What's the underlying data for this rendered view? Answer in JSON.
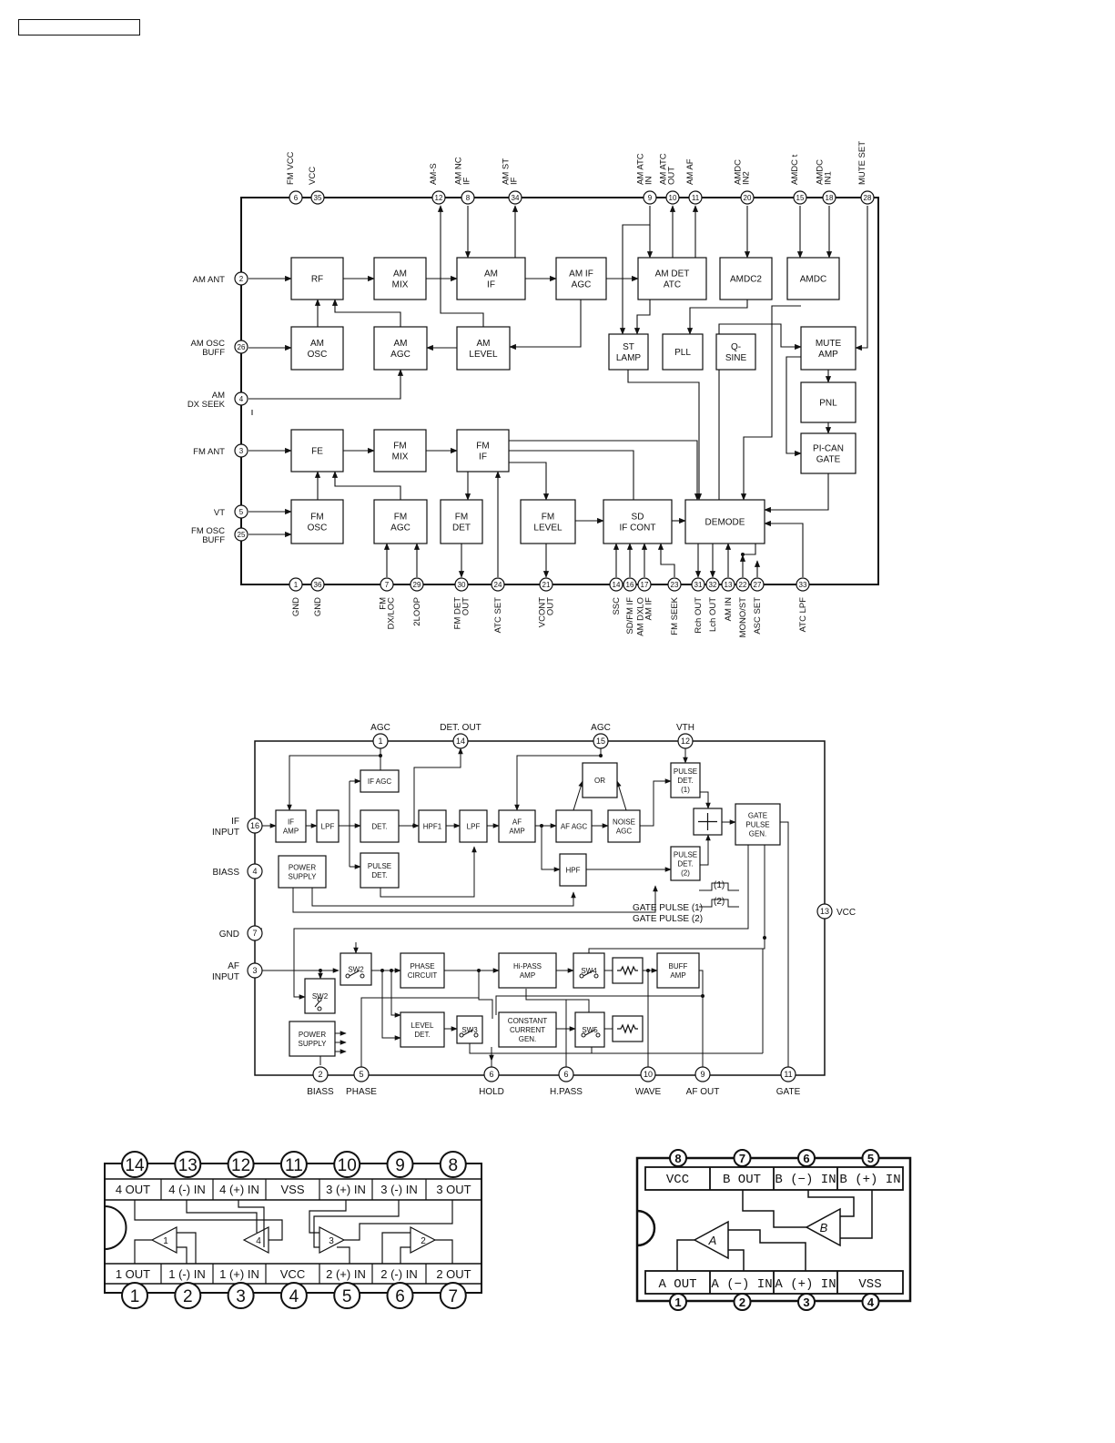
{
  "ic1": {
    "blocks": {
      "rf": [
        "RF"
      ],
      "am_mix": [
        "AM",
        "MIX"
      ],
      "am_if": [
        "AM",
        "IF"
      ],
      "am_if_agc": [
        "AM IF",
        "AGC"
      ],
      "am_det_atc": [
        "AM DET",
        "ATC"
      ],
      "amdc2": [
        "AMDC2"
      ],
      "amdc": [
        "AMDC"
      ],
      "am_osc": [
        "AM",
        "OSC"
      ],
      "am_agc": [
        "AM",
        "AGC"
      ],
      "am_level": [
        "AM",
        "LEVEL"
      ],
      "st_lamp": [
        "ST",
        "LAMP"
      ],
      "pll": [
        "PLL"
      ],
      "q_sine": [
        "Q-",
        "SINE"
      ],
      "mute_amp": [
        "MUTE",
        "AMP"
      ],
      "pnl": [
        "PNL"
      ],
      "pi_can_gate": [
        "PI-CAN",
        "GATE"
      ],
      "fe": [
        "FE"
      ],
      "fm_mix": [
        "FM",
        "MIX"
      ],
      "fm_if": [
        "FM",
        "IF"
      ],
      "fm_osc": [
        "FM",
        "OSC"
      ],
      "fm_agc": [
        "FM",
        "AGC"
      ],
      "fm_det": [
        "FM",
        "DET"
      ],
      "fm_level": [
        "FM",
        "LEVEL"
      ],
      "sd_if_cont": [
        "SD",
        "IF CONT"
      ],
      "demode": [
        "DEMODE"
      ]
    },
    "left_pins": [
      {
        "num": "2",
        "label": [
          "AM ANT"
        ]
      },
      {
        "num": "26",
        "label": [
          "AM OSC",
          "BUFF"
        ]
      },
      {
        "num": "4",
        "label": [
          "AM",
          "DX SEEK"
        ]
      },
      {
        "num": "3",
        "label": [
          "FM ANT"
        ]
      },
      {
        "num": "5",
        "label": [
          "VT"
        ]
      },
      {
        "num": "25",
        "label": [
          "FM OSC",
          "BUFF"
        ]
      }
    ],
    "top_pins": [
      {
        "num": "6",
        "label": [
          "FM VCC"
        ]
      },
      {
        "num": "35",
        "label": [
          "VCC"
        ]
      },
      {
        "num": "12",
        "label": [
          "AM-S"
        ]
      },
      {
        "num": "8",
        "label": [
          "AM NC",
          "IF"
        ]
      },
      {
        "num": "34",
        "label": [
          "AM ST",
          "IF"
        ]
      },
      {
        "num": "9",
        "label": [
          "AM ATC",
          "IN"
        ]
      },
      {
        "num": "10",
        "label": [
          "AM ATC",
          "OUT"
        ]
      },
      {
        "num": "11",
        "label": [
          "AM AF"
        ]
      },
      {
        "num": "20",
        "label": [
          "AMDC",
          "IN2"
        ]
      },
      {
        "num": "15",
        "label": [
          "AMDC t"
        ]
      },
      {
        "num": "18",
        "label": [
          "AMDC",
          "IN1"
        ]
      },
      {
        "num": "28",
        "label": [
          "MUTE SET"
        ]
      }
    ],
    "bottom_pins": [
      {
        "num": "1",
        "label": [
          "GND"
        ]
      },
      {
        "num": "36",
        "label": [
          "GND"
        ]
      },
      {
        "num": "7",
        "label": [
          "FM",
          "DX/LOC"
        ]
      },
      {
        "num": "29",
        "label": [
          "2LOOP"
        ]
      },
      {
        "num": "30",
        "label": [
          "FM DET",
          "OUT"
        ]
      },
      {
        "num": "24",
        "label": [
          "ATC SET"
        ]
      },
      {
        "num": "21",
        "label": [
          "VCONT",
          "OUT"
        ]
      },
      {
        "num": "14",
        "label": [
          "SSC"
        ]
      },
      {
        "num": "16",
        "label": [
          "SD/FM IF"
        ]
      },
      {
        "num": "17",
        "label": [
          "AM DXLO",
          "AM IF"
        ]
      },
      {
        "num": "23",
        "label": [
          "FM SEEK"
        ]
      },
      {
        "num": "31",
        "label": [
          "Rch OUT"
        ]
      },
      {
        "num": "32",
        "label": [
          "Lch OUT"
        ]
      },
      {
        "num": "13",
        "label": [
          "AM IN"
        ]
      },
      {
        "num": "22",
        "label": [
          "MONO/ST"
        ]
      },
      {
        "num": "27",
        "label": [
          "ASC SET"
        ]
      },
      {
        "num": "33",
        "label": [
          "ATC LPF"
        ]
      }
    ]
  },
  "ic2": {
    "blocks": {
      "if_amp": [
        "IF",
        "AMP"
      ],
      "lpf1": [
        "LPF"
      ],
      "if_agc": [
        "IF AGC"
      ],
      "det": [
        "DET."
      ],
      "pulse_det": [
        "PULSE",
        "DET."
      ],
      "hpf1": [
        "HPF1"
      ],
      "lpf2": [
        "LPF"
      ],
      "af_amp": [
        "AF",
        "AMP"
      ],
      "or": [
        "OR"
      ],
      "af_agc": [
        "AF AGC"
      ],
      "noise_agc": [
        "NOISE",
        "AGC"
      ],
      "hpf": [
        "HPF"
      ],
      "pulse_det1": [
        "PULSE",
        "DET.",
        "(1)"
      ],
      "pulse_det2": [
        "PULSE",
        "DET.",
        "(2)"
      ],
      "gate_pulse_gen": [
        "GATE",
        "PULSE",
        "GEN."
      ],
      "power_supply_top": [
        "POWER",
        "SUPPLY"
      ],
      "sw2_top": [
        "SW2"
      ],
      "sw2_left": [
        "SW2"
      ],
      "phase_circuit": [
        "PHASE",
        "CIRCUIT"
      ],
      "hi_pass_amp": [
        "Hi-PASS",
        "AMP"
      ],
      "sw4": [
        "SW4"
      ],
      "buff_amp": [
        "BUFF",
        "AMP"
      ],
      "power_supply_bot": [
        "POWER",
        "SUPPLY"
      ],
      "level_det": [
        "LEVEL",
        "DET."
      ],
      "sw3": [
        "SW3"
      ],
      "constant_current": [
        "CONSTANT",
        "CURRENT",
        "GEN."
      ],
      "sw5": [
        "SW5"
      ]
    },
    "gate_pulse_labels": [
      "GATE PULSE (1)",
      "GATE PULSE (2)"
    ],
    "gate_pulse_marks": [
      "(1)",
      "(2)"
    ],
    "pins": {
      "p1": {
        "num": "1",
        "label": "AGC"
      },
      "p14": {
        "num": "14",
        "label": "DET. OUT"
      },
      "p15": {
        "num": "15",
        "label": "AGC"
      },
      "p12": {
        "num": "12",
        "label": "VTH"
      },
      "p16": {
        "num": "16",
        "label": [
          "IF",
          "INPUT"
        ]
      },
      "p4": {
        "num": "4",
        "label": "BIASS"
      },
      "p7": {
        "num": "7",
        "label": "GND"
      },
      "p3": {
        "num": "3",
        "label": [
          "AF",
          "INPUT"
        ]
      },
      "p13": {
        "num": "13",
        "label": "VCC"
      },
      "p2": {
        "num": "2",
        "label": "BIASS"
      },
      "p5": {
        "num": "5",
        "label": "PHASE"
      },
      "p6a": {
        "num": "6",
        "label": "HOLD"
      },
      "p6b": {
        "num": "6",
        "label": "H.PASS"
      },
      "p10": {
        "num": "10",
        "label": "WAVE"
      },
      "p9": {
        "num": "9",
        "label": "AF OUT"
      },
      "p11": {
        "num": "11",
        "label": "GATE"
      }
    }
  },
  "ic3": {
    "top_pins": [
      "14",
      "13",
      "12",
      "11",
      "10",
      "9",
      "8"
    ],
    "top_labels": [
      "4 OUT",
      "4 (-) IN",
      "4 (+) IN",
      "VSS",
      "3 (+) IN",
      "3 (-) IN",
      "3 OUT"
    ],
    "bottom_pins": [
      "1",
      "2",
      "3",
      "4",
      "5",
      "6",
      "7"
    ],
    "bottom_labels": [
      "1 OUT",
      "1 (-) IN",
      "1 (+) IN",
      "VCC",
      "2 (+) IN",
      "2 (-) IN",
      "2 OUT"
    ],
    "amps": [
      "1",
      "4",
      "3",
      "2"
    ]
  },
  "ic4": {
    "top_pins": [
      "8",
      "7",
      "6",
      "5"
    ],
    "top_labels": [
      "VCC",
      "B  OUT",
      "B (−) IN",
      "B (+) IN"
    ],
    "bottom_pins": [
      "1",
      "2",
      "3",
      "4"
    ],
    "bottom_labels": [
      "A  OUT",
      "A (−) IN",
      "A (+) IN",
      "VSS"
    ],
    "amps": [
      "A",
      "B"
    ]
  }
}
